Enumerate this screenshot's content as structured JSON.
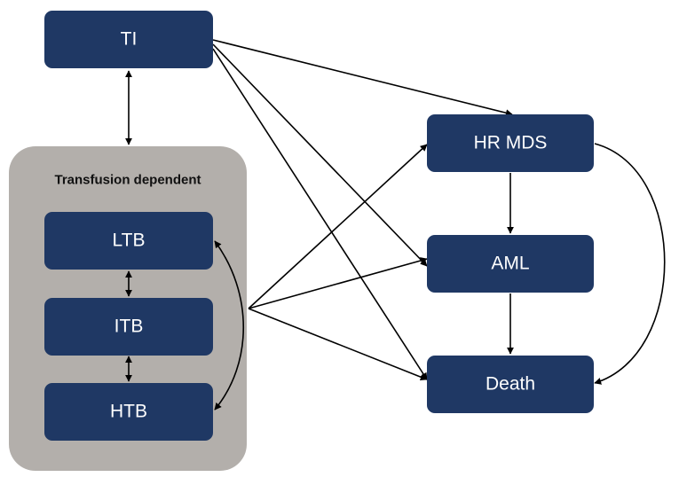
{
  "group": {
    "title": "Transfusion dependent"
  },
  "nodes": {
    "ti": "TI",
    "ltb": "LTB",
    "itb": "ITB",
    "htb": "HTB",
    "hr_mds": "HR MDS",
    "aml": "AML",
    "death": "Death"
  },
  "colors": {
    "node_fill": "#1f3864",
    "node_text": "#ffffff",
    "group_fill": "#b3afab",
    "edge": "#000000"
  }
}
